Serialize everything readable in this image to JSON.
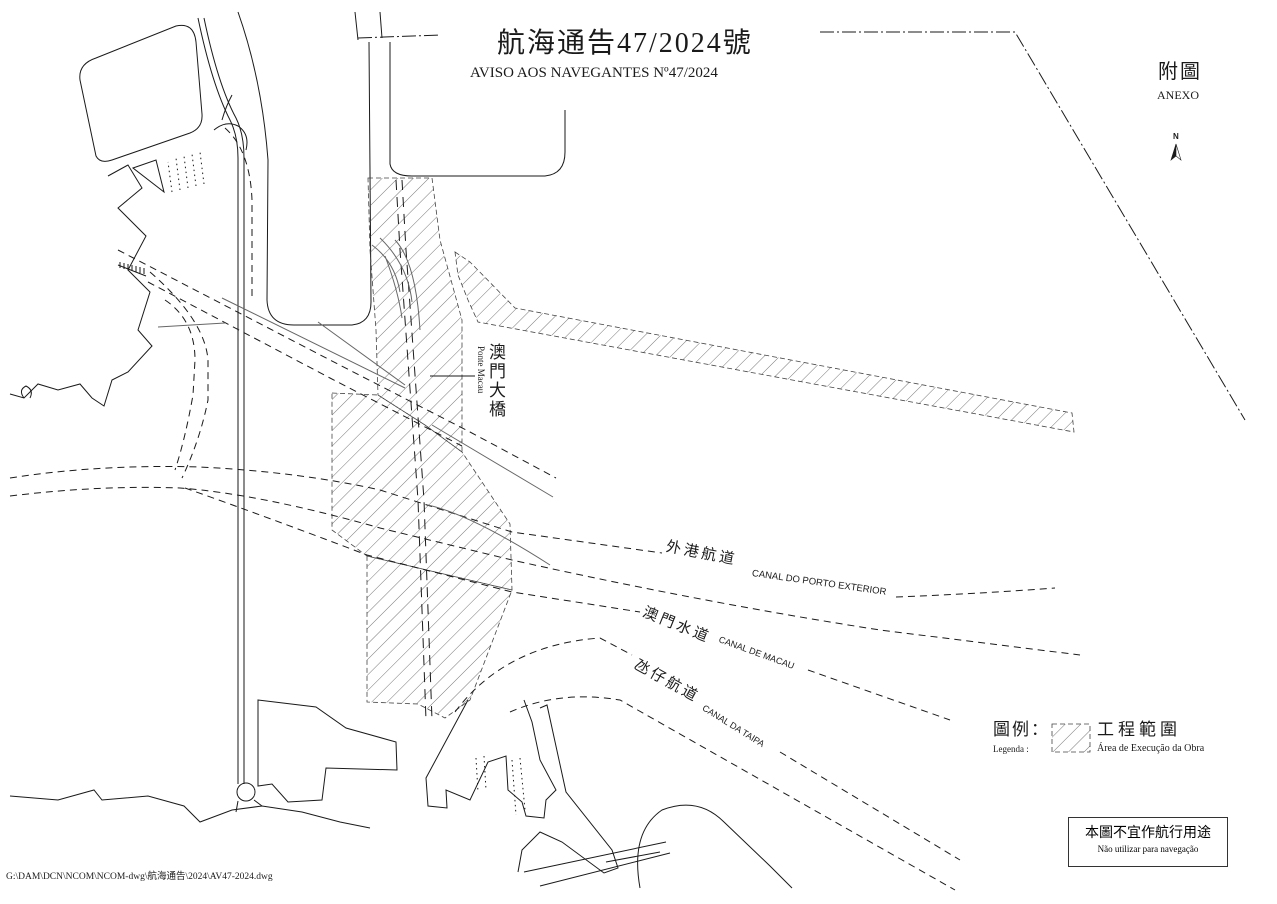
{
  "title": {
    "zh": "航海通告47/2024號",
    "pt": "AVISO AOS NAVEGANTES Nº47/2024"
  },
  "annex": {
    "zh": "附圖",
    "pt": "ANEXO"
  },
  "north_label": "N",
  "bridge": {
    "zh": "澳門大橋",
    "pt": "Ponte Macau"
  },
  "channels": [
    {
      "zh": "外港航道",
      "pt": "CANAL DO PORTO EXTERIOR"
    },
    {
      "zh": "澳門水道",
      "pt": "CANAL DE MACAU"
    },
    {
      "zh": "氹仔航道",
      "pt": "CANAL DA TAIPA"
    }
  ],
  "legend": {
    "label_zh": "圖例：",
    "label_pt": "Legenda :",
    "item_zh": "工程範圍",
    "item_pt": "Área de Execução da Obra"
  },
  "disclaimer": {
    "zh": "本圖不宜作航行用途",
    "pt": "Não utilizar para navegação"
  },
  "file_path": "G:\\DAM\\DCN\\NCOM\\NCOM-dwg\\航海通告\\2024\\AV47-2024.dwg",
  "colors": {
    "line": "#1a1a1a",
    "hatch": "#555555",
    "background": "#ffffff",
    "gray": "#666666"
  }
}
